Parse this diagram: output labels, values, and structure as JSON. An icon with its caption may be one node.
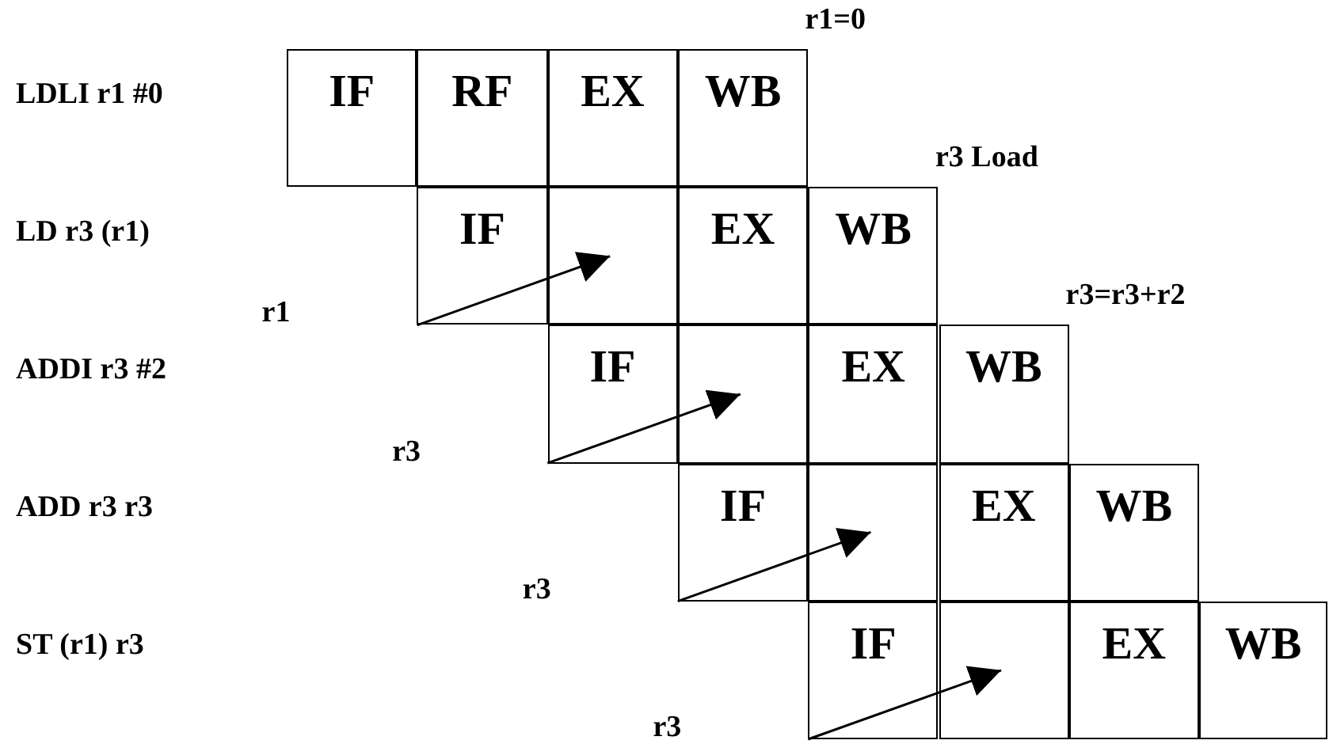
{
  "diagram": {
    "nodes": [
      {
        "text": [
          "IF"
        ]
      },
      {
        "text": [
          "RF"
        ]
      },
      {
        "text": [
          "EX"
        ]
      },
      {
        "text": [
          "WB"
        ],
        "beside": [
          "r1=0"
        ]
      },
      {
        "text": [
          "IF"
        ]
      },
      {
        "text": [],
        "shape": "box"
      },
      {
        "text": [
          "EX"
        ]
      },
      {
        "text": [
          "WB"
        ],
        "beside": [
          "r3 Load"
        ]
      },
      {
        "text": [
          "IF"
        ]
      },
      {
        "text": [],
        "shape": "box"
      },
      {
        "text": [
          "EX"
        ]
      },
      {
        "text": [
          "WB"
        ],
        "beside": [
          "r3=r3+r2"
        ]
      },
      {
        "text": [
          "IF"
        ]
      },
      {
        "text": [],
        "shape": "box"
      },
      {
        "text": [
          "EX"
        ]
      },
      {
        "text": [
          "WB"
        ]
      },
      {
        "text": [
          "IF"
        ]
      },
      {
        "text": [],
        "shape": "box"
      },
      {
        "text": [
          "EX"
        ]
      },
      {
        "text": [
          "WB"
        ]
      }
    ],
    "edges": [
      {
        "from": 4,
        "to": 5,
        "arrow": "to",
        "label": "r1"
      },
      {
        "from": 8,
        "to": 9,
        "arrow": "to",
        "label": "r3"
      },
      {
        "from": 12,
        "to": 13,
        "arrow": "to",
        "label": "r3"
      },
      {
        "from": 16,
        "to": 17,
        "arrow": "to",
        "label": "r3"
      }
    ],
    "labels": [
      "LDLI r1 #0",
      "LD r3 (r1)",
      "ADDI r3 #2",
      "ADD r3 r3",
      "ST (r1) r3"
    ]
  }
}
